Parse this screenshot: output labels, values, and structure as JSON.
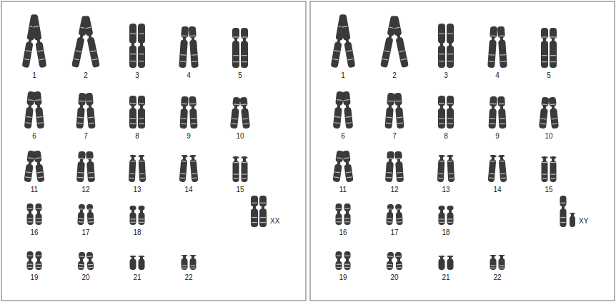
{
  "diagram": {
    "labels": [
      "1",
      "2",
      "3",
      "4",
      "5",
      "6",
      "7",
      "8",
      "9",
      "10",
      "11",
      "12",
      "13",
      "14",
      "15",
      "16",
      "17",
      "18",
      "XX",
      "19",
      "20",
      "21",
      "22",
      "1",
      "2",
      "3",
      "4",
      "5",
      "6",
      "7",
      "8",
      "9",
      "10",
      "11",
      "12",
      "13",
      "14",
      "15",
      "16",
      "17",
      "18",
      "XY",
      "19",
      "20",
      "21",
      "22"
    ]
  }
}
